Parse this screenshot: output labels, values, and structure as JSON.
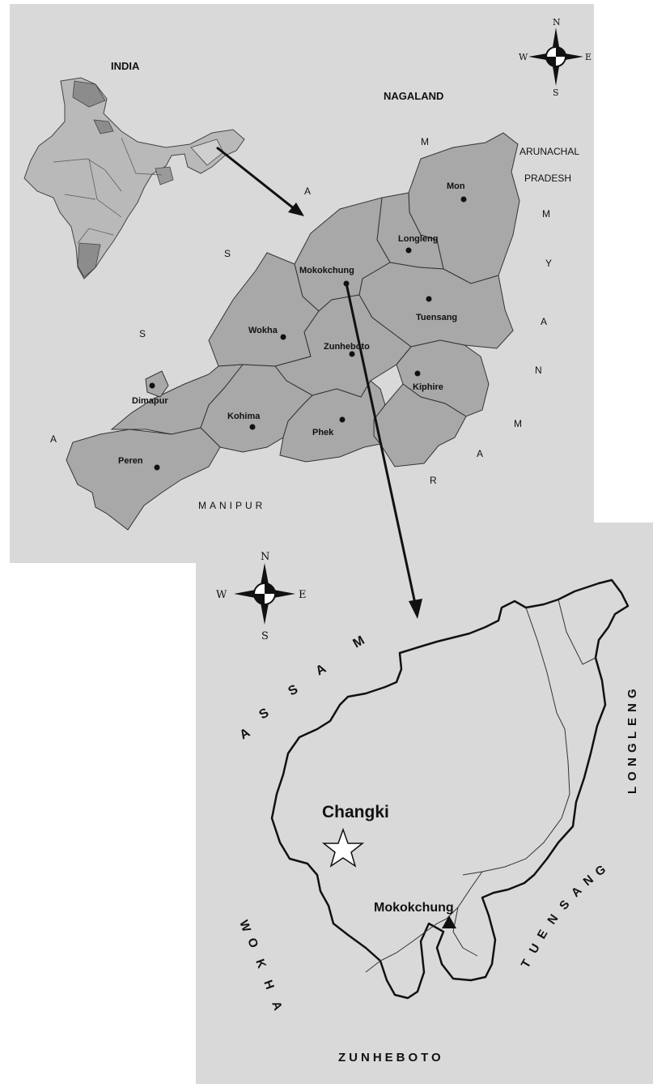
{
  "map_top": {
    "country_label": "INDIA",
    "state_label": "NAGALAND",
    "manipur_label": "MANIPUR",
    "arunachal_line1": "ARUNACHAL",
    "arunachal_line2": "PRADESH",
    "assam_letters": [
      "A",
      "S",
      "S",
      "A",
      "M"
    ],
    "myanmar_letters": [
      "M",
      "Y",
      "A",
      "N",
      "M",
      "A",
      "R"
    ],
    "myanmar_top_letter": "M",
    "districts": [
      {
        "name": "Mon"
      },
      {
        "name": "Longleng"
      },
      {
        "name": "Mokokchung"
      },
      {
        "name": "Tuensang"
      },
      {
        "name": "Wokha"
      },
      {
        "name": "Zunheboto"
      },
      {
        "name": "Kiphire"
      },
      {
        "name": "Dimapur"
      },
      {
        "name": "Kohima"
      },
      {
        "name": "Phek"
      },
      {
        "name": "Peren"
      }
    ],
    "compass": {
      "n": "N",
      "s": "S",
      "e": "E",
      "w": "W"
    }
  },
  "map_bottom": {
    "assam_letters": [
      "A",
      "S",
      "S",
      "A",
      "M"
    ],
    "wokha_letters": [
      "W",
      "O",
      "K",
      "H",
      "A"
    ],
    "longleng_letters": [
      "L",
      "O",
      "N",
      "G",
      "L",
      "E",
      "N",
      "G"
    ],
    "tuensang_letters": [
      "T",
      "U",
      "E",
      "N",
      "S",
      "A",
      "N",
      "G"
    ],
    "zunheboto_label": "ZUNHEBOTO",
    "site_label": "Changki",
    "town_label": "Mokokchung",
    "compass": {
      "n": "N",
      "s": "S",
      "e": "E",
      "w": "W"
    }
  },
  "colors": {
    "panel_bg": "#d9d9d9",
    "district_fill": "#a8a8a8",
    "india_fill": "#b9b9b9",
    "outline": "#222222"
  }
}
